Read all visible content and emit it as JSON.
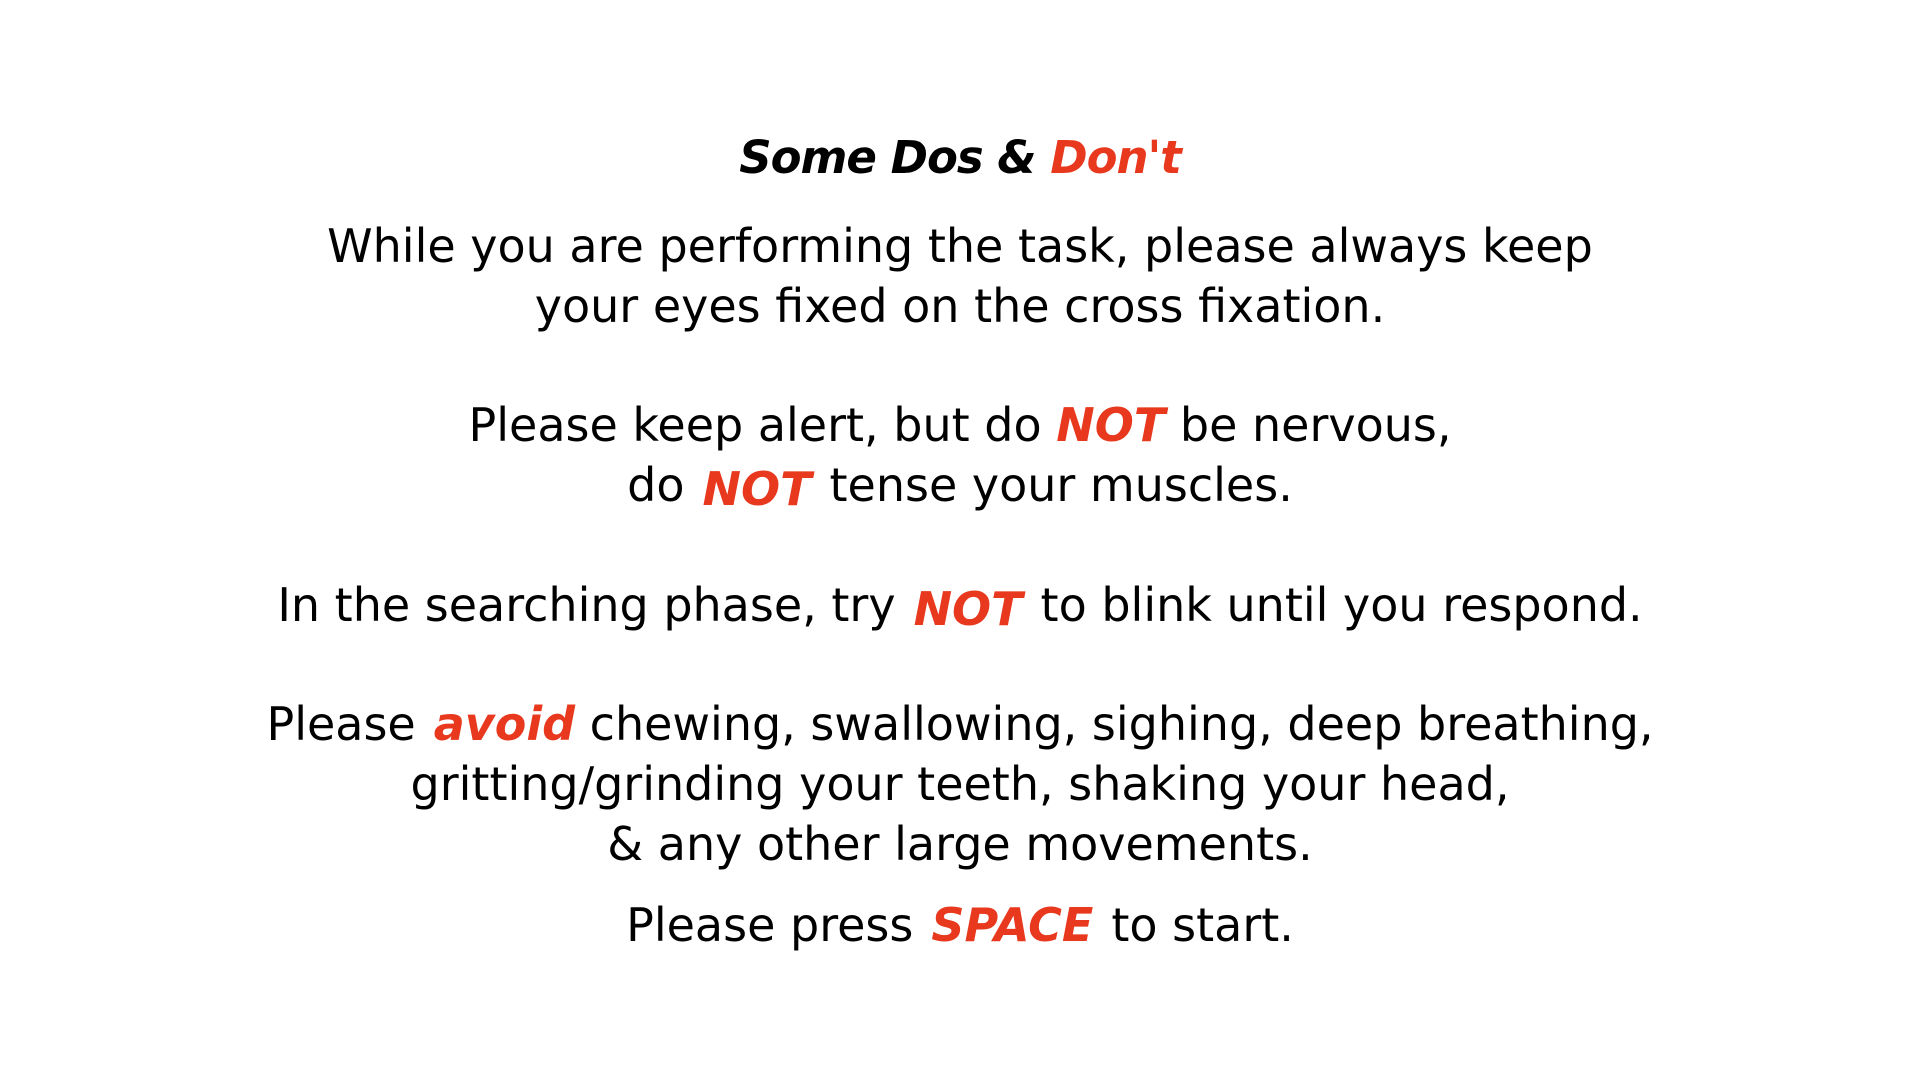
{
  "title": {
    "part1": "Some Dos & ",
    "part2": "Don't"
  },
  "paragraph1": {
    "line1": "While you are performing the task, please always keep",
    "line2": "your eyes fixed on the cross fixation."
  },
  "paragraph2": {
    "line1_pre": "Please keep alert, but do ",
    "line1_emph": "NOT",
    "line1_post": " be nervous,",
    "line2_pre": "do",
    "line2_emph": "NOT",
    "line2_post": "tense your muscles."
  },
  "paragraph3": {
    "pre": "In the searching phase, try",
    "emph": "NOT",
    "post": "to blink until you respond."
  },
  "paragraph4": {
    "line1_pre": "Please",
    "line1_emph": "avoid",
    "line1_post": " chewing, swallowing, sighing, deep breathing,",
    "line2": "gritting/grinding your teeth, shaking your head,",
    "line3": "& any other large movements."
  },
  "prompt": {
    "pre": "Please press",
    "emph": "SPACE",
    "post": "to start."
  },
  "colors": {
    "accent": "#e8381e",
    "text": "#000000",
    "background": "#ffffff"
  }
}
